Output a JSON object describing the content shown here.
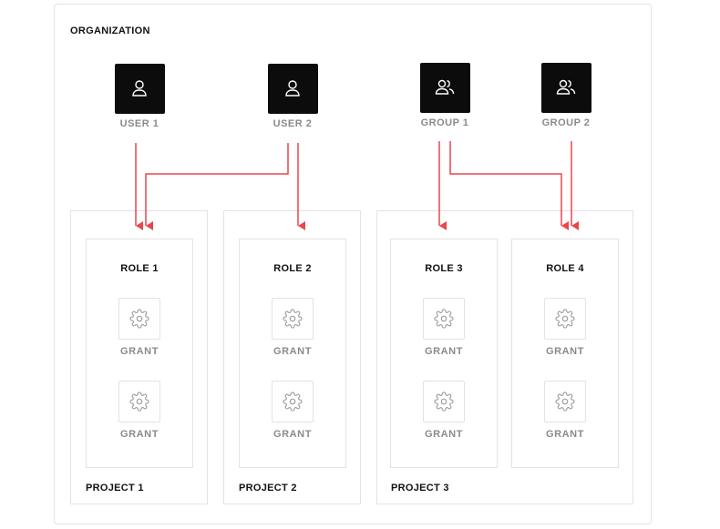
{
  "organization": {
    "title": "ORGANIZATION",
    "principals": [
      {
        "label": "USER 1",
        "icon": "user-icon"
      },
      {
        "label": "USER 2",
        "icon": "user-icon"
      },
      {
        "label": "GROUP 1",
        "icon": "group-icon"
      },
      {
        "label": "GROUP 2",
        "icon": "group-icon"
      }
    ],
    "projects": [
      {
        "label": "PROJECT 1",
        "roles": [
          {
            "title": "ROLE 1",
            "grants": [
              "GRANT",
              "GRANT"
            ]
          }
        ]
      },
      {
        "label": "PROJECT 2",
        "roles": [
          {
            "title": "ROLE 2",
            "grants": [
              "GRANT",
              "GRANT"
            ]
          }
        ]
      },
      {
        "label": "PROJECT 3",
        "roles": [
          {
            "title": "ROLE 3",
            "grants": [
              "GRANT",
              "GRANT"
            ]
          },
          {
            "title": "ROLE 4",
            "grants": [
              "GRANT",
              "GRANT"
            ]
          }
        ]
      }
    ],
    "edges": [
      {
        "from": "USER 1",
        "to": "ROLE 1"
      },
      {
        "from": "USER 2",
        "to": "ROLE 1"
      },
      {
        "from": "USER 2",
        "to": "ROLE 2"
      },
      {
        "from": "GROUP 1",
        "to": "ROLE 3"
      },
      {
        "from": "GROUP 1",
        "to": "ROLE 4"
      },
      {
        "from": "GROUP 2",
        "to": "ROLE 4"
      }
    ]
  },
  "colors": {
    "arrow": "#e8474c",
    "tile": "#0c0c0c",
    "border": "#e3e3e3",
    "muted_text": "#8a8a8a"
  }
}
